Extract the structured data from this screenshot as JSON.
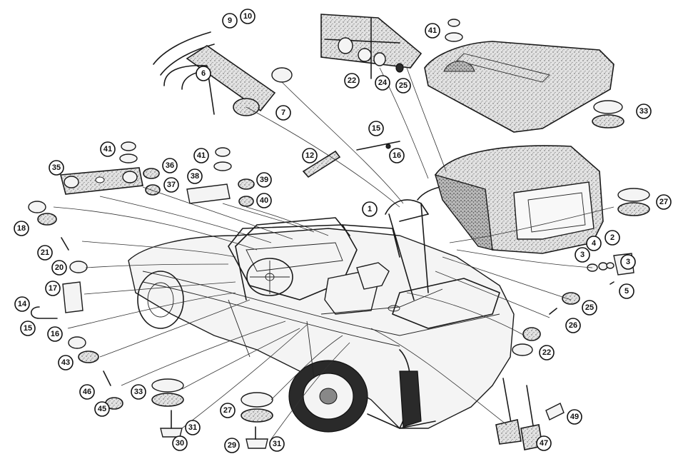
{
  "diagram": {
    "callouts": [
      {
        "id": "c9",
        "label": "9"
      },
      {
        "id": "c10",
        "label": "10"
      },
      {
        "id": "c6",
        "label": "6"
      },
      {
        "id": "c7",
        "label": "7"
      },
      {
        "id": "c22a",
        "label": "22"
      },
      {
        "id": "c24",
        "label": "24"
      },
      {
        "id": "c25a",
        "label": "25"
      },
      {
        "id": "c41a",
        "label": "41"
      },
      {
        "id": "c33a",
        "label": "33"
      },
      {
        "id": "c15a",
        "label": "15"
      },
      {
        "id": "c16a",
        "label": "16"
      },
      {
        "id": "c12",
        "label": "12"
      },
      {
        "id": "c41b",
        "label": "41"
      },
      {
        "id": "c35",
        "label": "35"
      },
      {
        "id": "c36",
        "label": "36"
      },
      {
        "id": "c37",
        "label": "37"
      },
      {
        "id": "c41c",
        "label": "41"
      },
      {
        "id": "c38",
        "label": "38"
      },
      {
        "id": "c39",
        "label": "39"
      },
      {
        "id": "c40",
        "label": "40"
      },
      {
        "id": "c1",
        "label": "1"
      },
      {
        "id": "c27a",
        "label": "27"
      },
      {
        "id": "c18",
        "label": "18"
      },
      {
        "id": "c21",
        "label": "21"
      },
      {
        "id": "c20",
        "label": "20"
      },
      {
        "id": "c2",
        "label": "2"
      },
      {
        "id": "c4",
        "label": "4"
      },
      {
        "id": "c3a",
        "label": "3"
      },
      {
        "id": "c3b",
        "label": "3"
      },
      {
        "id": "c5",
        "label": "5"
      },
      {
        "id": "c17",
        "label": "17"
      },
      {
        "id": "c14",
        "label": "14"
      },
      {
        "id": "c15b",
        "label": "15"
      },
      {
        "id": "c16b",
        "label": "16"
      },
      {
        "id": "c25b",
        "label": "25"
      },
      {
        "id": "c26",
        "label": "26"
      },
      {
        "id": "c22b",
        "label": "22"
      },
      {
        "id": "c43",
        "label": "43"
      },
      {
        "id": "c46",
        "label": "46"
      },
      {
        "id": "c45",
        "label": "45"
      },
      {
        "id": "c33b",
        "label": "33"
      },
      {
        "id": "c27b",
        "label": "27"
      },
      {
        "id": "c31a",
        "label": "31"
      },
      {
        "id": "c30",
        "label": "30"
      },
      {
        "id": "c29",
        "label": "29"
      },
      {
        "id": "c31b",
        "label": "31"
      },
      {
        "id": "c49",
        "label": "49"
      },
      {
        "id": "c47",
        "label": "47"
      }
    ]
  }
}
